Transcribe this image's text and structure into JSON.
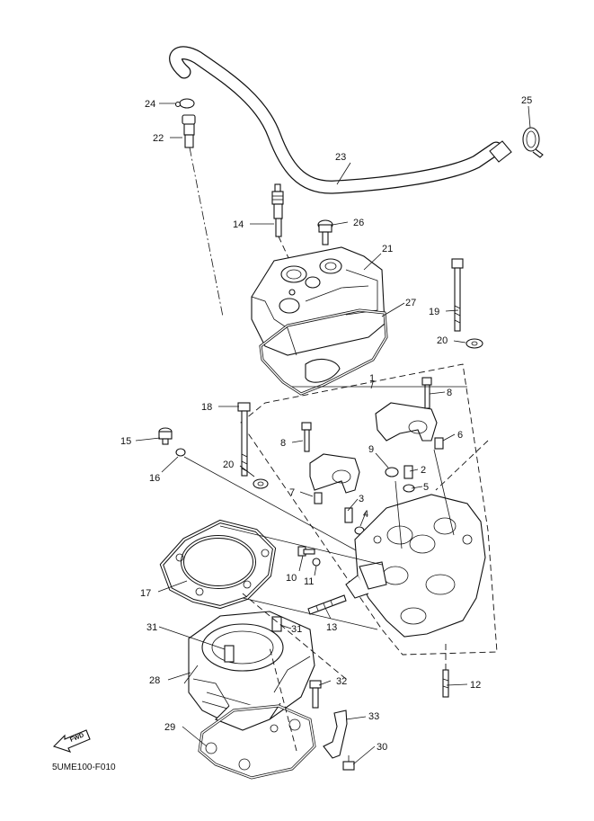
{
  "diagram": {
    "code": "5UME100-F010",
    "forward_label": "FWD",
    "callouts": {
      "c1": "1",
      "c2": "2",
      "c3": "3",
      "c4": "4",
      "c5": "5",
      "c6": "6",
      "c7": "7",
      "c8a": "8",
      "c8b": "8",
      "c9": "9",
      "c10": "10",
      "c11": "11",
      "c12": "12",
      "c13": "13",
      "c14": "14",
      "c15": "15",
      "c16": "16",
      "c17": "17",
      "c18": "18",
      "c19": "19",
      "c20a": "20",
      "c20b": "20",
      "c21": "21",
      "c22": "22",
      "c23": "23",
      "c24": "24",
      "c25": "25",
      "c26": "26",
      "c27": "27",
      "c28": "28",
      "c29": "29",
      "c30": "30",
      "c31a": "31",
      "c31b": "31",
      "c32": "32",
      "c33": "33"
    }
  }
}
